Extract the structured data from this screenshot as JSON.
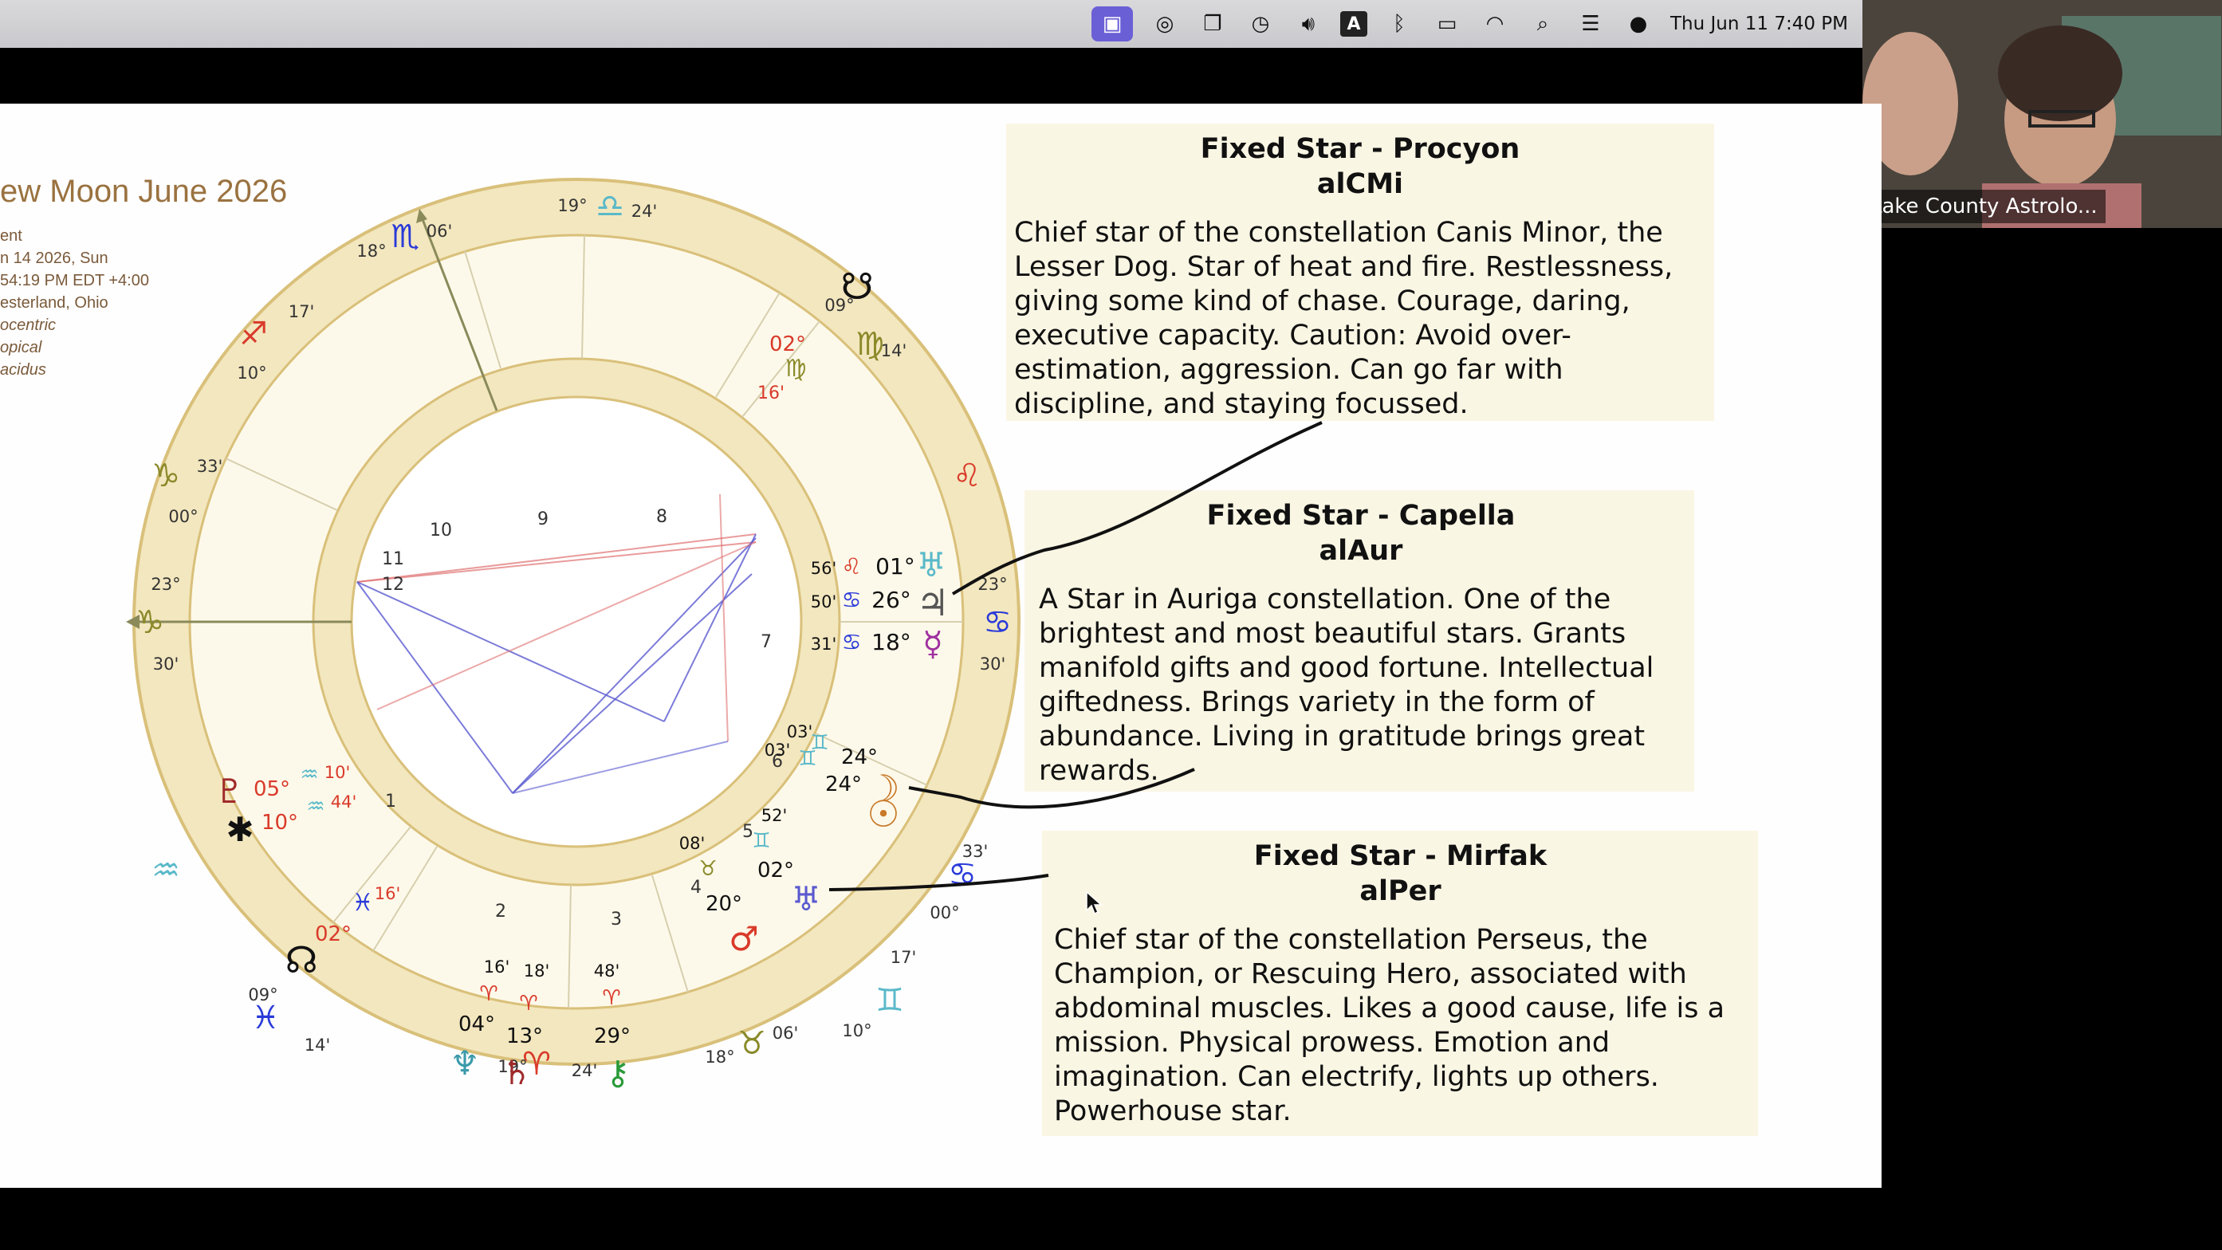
{
  "menubar": {
    "icons": [
      "screen-share-icon",
      "airdrop-icon",
      "window-icon",
      "time-machine-icon",
      "volume-icon",
      "input-source-icon",
      "bluetooth-icon",
      "battery-icon",
      "wifi-icon",
      "search-icon",
      "control-center-icon",
      "siri-icon"
    ],
    "input_source": "A",
    "clock": "Thu Jun 11  7:40 PM"
  },
  "video": {
    "label": "Lake County Astrolo..."
  },
  "chart": {
    "title": "ew Moon June 2026",
    "subtitle": "ent",
    "info": [
      "n 14 2026, Sun",
      "54:19 PM EDT +4:00",
      "esterland, Ohio"
    ],
    "info_italic": [
      "ocentric",
      "opical",
      "acidus"
    ],
    "houses": [
      "1",
      "2",
      "3",
      "4",
      "5",
      "6",
      "7",
      "8",
      "9",
      "10",
      "11",
      "12"
    ],
    "cusp_labels": [
      {
        "deg": "19°",
        "min": "24'"
      },
      {
        "deg": "18°",
        "min": "06'"
      },
      {
        "deg": "17'",
        "min": "10°"
      },
      {
        "deg": "33'",
        "min": "00°"
      },
      {
        "deg": "23°",
        "min": "30'"
      },
      {
        "deg": "16'",
        "min": "02°"
      },
      {
        "deg": "09°",
        "min": "14'"
      },
      {
        "deg": "19°",
        "min": "24'"
      },
      {
        "deg": "18°",
        "min": "06'"
      },
      {
        "deg": "17'",
        "min": "10°"
      },
      {
        "deg": "33'",
        "min": "00°"
      },
      {
        "deg": "23°",
        "min": "30'"
      },
      {
        "deg": "09°",
        "min": "14'"
      }
    ],
    "planet_labels": {
      "uranus_ch": {
        "min": "56'",
        "deg": "01°"
      },
      "jupiter_ch": {
        "min": "50'",
        "deg": "26°"
      },
      "mercury_ch": {
        "min": "31'",
        "deg": "18°"
      },
      "node_ch": {
        "min": "16'",
        "deg": "02°"
      },
      "sun_ch": {
        "min": "03'",
        "deg": "24°"
      },
      "moon_ch": {
        "min": "03'",
        "deg": "24°"
      },
      "venus_ch": {
        "min": "52'",
        "deg": "02°"
      },
      "mars_ch": {
        "min": "08'",
        "deg": "20°"
      },
      "chiron_ch": {
        "min": "48'",
        "deg": "29°"
      },
      "saturn_ch": {
        "min": "18'",
        "deg": "13°"
      },
      "neptune_ch": {
        "min": "16'",
        "deg": "04°"
      },
      "pluto_ch": {
        "min": "10'",
        "deg": "05°"
      },
      "ceres_ch": {
        "min": "44'",
        "deg": "10°"
      },
      "snode_ch": {
        "min": "16'",
        "deg": "02°"
      }
    }
  },
  "cards": [
    {
      "title": "Fixed Star - Procyon",
      "abbr": "alCMi",
      "body": "Chief star of the constellation Canis Minor, the Lesser Dog. Star of heat and fire. Restlessness, giving some kind of chase. Courage, daring, executive capacity. Caution: Avoid over-estimation, aggression. Can go far with discipline, and staying focussed."
    },
    {
      "title": "Fixed Star - Capella",
      "abbr": "alAur",
      "body": "A Star in Auriga constellation. One of the brightest and most beautiful stars. Grants manifold gifts and good fortune. Intellectual giftedness. Brings variety in the form of abundance. Living in gratitude brings great rewards."
    },
    {
      "title": "Fixed Star - Mirfak",
      "abbr": "alPer",
      "body": "Chief star of the constellation Perseus, the Champion, or Rescuing Hero, associated with abdominal muscles. Likes a good cause, life is a mission. Physical prowess. Emotion and imagination. Can electrify, lights up others. Powerhouse star."
    }
  ],
  "colors": {
    "wheel_ring": "#f3e7bf",
    "wheel_stroke": "#d9c07a",
    "card_bg": "#faf6e4",
    "fire": "#d93a2a",
    "water": "#2a3ad9",
    "air": "#5ab9c9",
    "earth": "#8a8a2a",
    "title": "#9a7240"
  }
}
